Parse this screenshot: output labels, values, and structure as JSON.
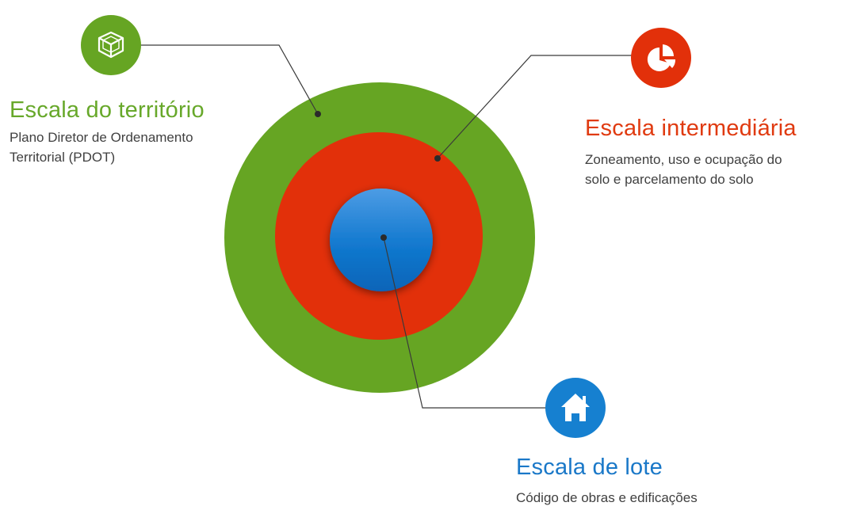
{
  "colors": {
    "territorio": "#67a82a",
    "intermediaria": "#e0300a",
    "lote": "#1680d0",
    "connector": "#3a3a3a",
    "description_text": "#404040"
  },
  "territorio": {
    "icon": "cube-icon",
    "title": "Escala do território",
    "description": [
      "Plano Diretor de Ordenamento",
      "Territorial (PDOT)"
    ]
  },
  "intermediaria": {
    "icon": "pie-chart-icon",
    "title": "Escala intermediária",
    "description": [
      "Zoneamento, uso e ocupação do",
      "solo  e parcelamento do solo"
    ]
  },
  "lote": {
    "icon": "house-icon",
    "title": "Escala de lote",
    "description": [
      "Código de obras e edificações"
    ]
  }
}
